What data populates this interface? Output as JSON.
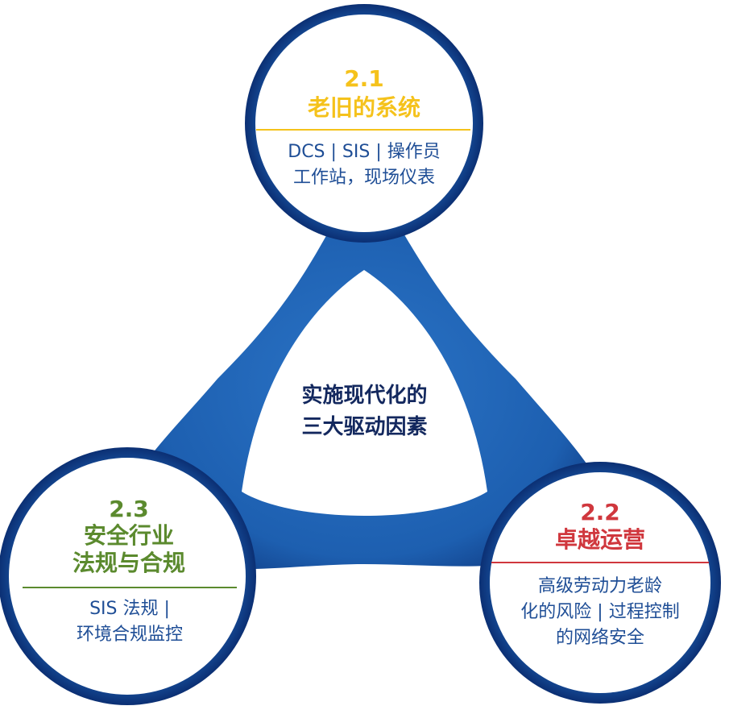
{
  "center": {
    "line1": "实施现代化的",
    "line2": "三大驱动因素"
  },
  "nodes": {
    "top": {
      "number": "2.1",
      "title": "老旧的系统",
      "line1": "DCS | SIS | 操作员",
      "line2": "工作站，现场仪表",
      "accent": "#f5c21b"
    },
    "right": {
      "number": "2.2",
      "title": "卓越运营",
      "line1": "高级劳动力老龄",
      "line2": "化的风险 | 过程控制",
      "line3": "的网络安全",
      "accent": "#d0373d"
    },
    "left": {
      "number": "2.3",
      "title1": "安全行业",
      "title2": "法规与合规",
      "line1": "SIS 法规 |",
      "line2": "环境合规监控",
      "accent": "#5b8a2e"
    }
  },
  "colors": {
    "ring_dark": "#0b2f73",
    "ring_mid": "#1d5fb0",
    "ring_light": "#2b74c6",
    "body_text": "#1f4e96",
    "center_text": "#13285e"
  }
}
